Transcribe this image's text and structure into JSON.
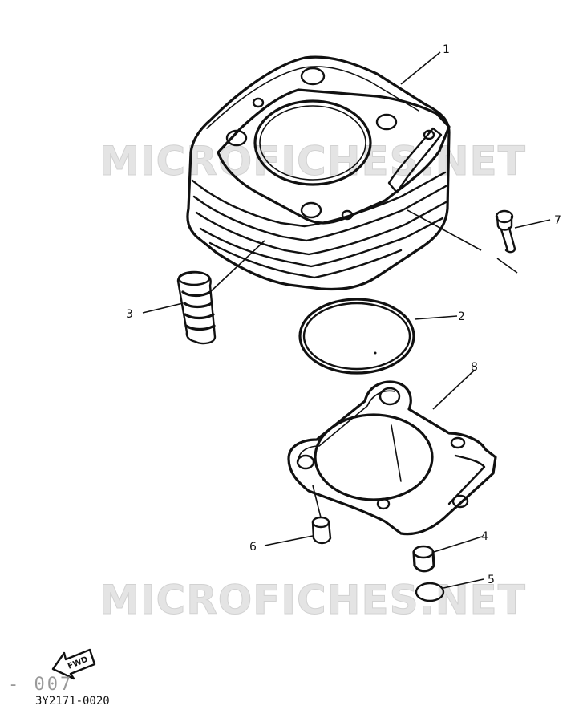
{
  "watermarks": [
    "MICROFICHES.NET",
    "MICROFICHES.NET"
  ],
  "callouts": [
    "1",
    "2",
    "3",
    "4",
    "5",
    "6",
    "7",
    "8"
  ],
  "fwd_label": "FWD",
  "page_mark": "- 007",
  "diagram_code": "3Y2171-0020"
}
